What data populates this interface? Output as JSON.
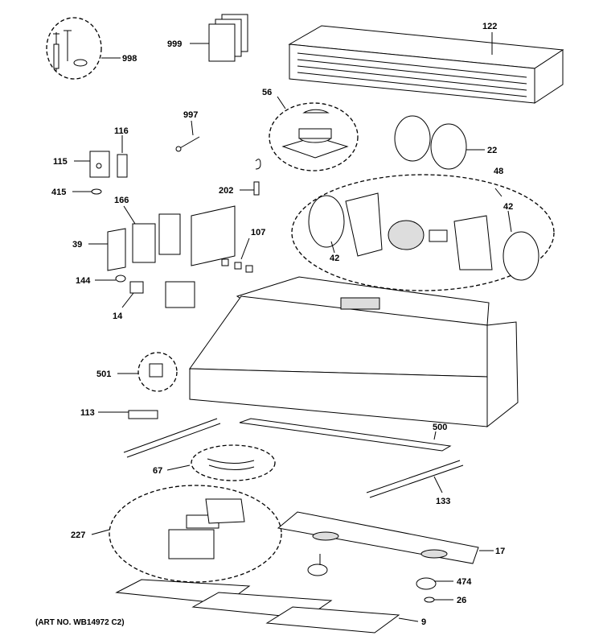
{
  "parts": [
    {
      "id": "p998",
      "label": "998"
    },
    {
      "id": "p999",
      "label": "999"
    },
    {
      "id": "p122",
      "label": "122"
    },
    {
      "id": "p997",
      "label": "997"
    },
    {
      "id": "p56",
      "label": "56"
    },
    {
      "id": "p116",
      "label": "116"
    },
    {
      "id": "p115",
      "label": "115"
    },
    {
      "id": "p22",
      "label": "22"
    },
    {
      "id": "p48",
      "label": "48"
    },
    {
      "id": "p415",
      "label": "415"
    },
    {
      "id": "p202",
      "label": "202"
    },
    {
      "id": "p166",
      "label": "166"
    },
    {
      "id": "p42a",
      "label": "42"
    },
    {
      "id": "p42b",
      "label": "42"
    },
    {
      "id": "p39",
      "label": "39"
    },
    {
      "id": "p107",
      "label": "107"
    },
    {
      "id": "p144",
      "label": "144"
    },
    {
      "id": "p14",
      "label": "14"
    },
    {
      "id": "p501",
      "label": "501"
    },
    {
      "id": "p113",
      "label": "113"
    },
    {
      "id": "p500",
      "label": "500"
    },
    {
      "id": "p67",
      "label": "67"
    },
    {
      "id": "p133",
      "label": "133"
    },
    {
      "id": "p227",
      "label": "227"
    },
    {
      "id": "p17",
      "label": "17"
    },
    {
      "id": "p474",
      "label": "474"
    },
    {
      "id": "p26",
      "label": "26"
    },
    {
      "id": "p9",
      "label": "9"
    }
  ],
  "art_no": "(ART NO. WB14972 C2)"
}
